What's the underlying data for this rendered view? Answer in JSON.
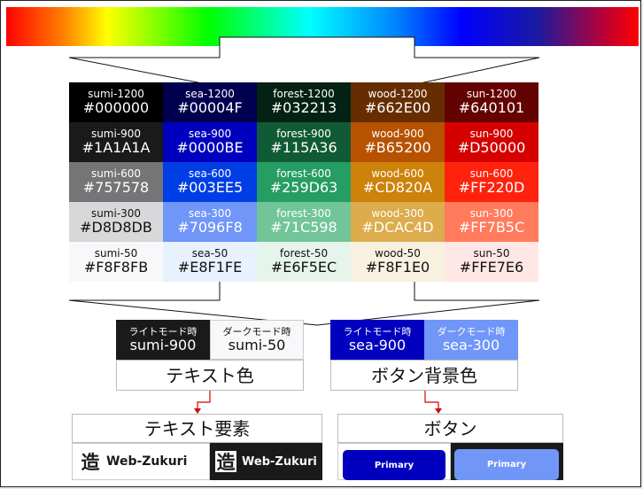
{
  "palette": {
    "rows": [
      [
        {
          "name": "sumi-1200",
          "hex": "#000000",
          "color": "#000000",
          "fg": "#ffffff"
        },
        {
          "name": "sea-1200",
          "hex": "#00004F",
          "color": "#00004F",
          "fg": "#ffffff"
        },
        {
          "name": "forest-1200",
          "hex": "#032213",
          "color": "#032213",
          "fg": "#ffffff"
        },
        {
          "name": "wood-1200",
          "hex": "#662E00",
          "color": "#662E00",
          "fg": "#ffffff"
        },
        {
          "name": "sun-1200",
          "hex": "#640101",
          "color": "#640101",
          "fg": "#ffffff"
        }
      ],
      [
        {
          "name": "sumi-900",
          "hex": "#1A1A1A",
          "color": "#1A1A1A",
          "fg": "#ffffff"
        },
        {
          "name": "sea-900",
          "hex": "#0000BE",
          "color": "#0000BE",
          "fg": "#ffffff"
        },
        {
          "name": "forest-900",
          "hex": "#115A36",
          "color": "#115A36",
          "fg": "#ffffff"
        },
        {
          "name": "wood-900",
          "hex": "#B65200",
          "color": "#B65200",
          "fg": "#ffffff"
        },
        {
          "name": "sun-900",
          "hex": "#D50000",
          "color": "#D50000",
          "fg": "#ffffff"
        }
      ],
      [
        {
          "name": "sumi-600",
          "hex": "#757578",
          "color": "#757578",
          "fg": "#ffffff"
        },
        {
          "name": "sea-600",
          "hex": "#003EE5",
          "color": "#003EE5",
          "fg": "#ffffff"
        },
        {
          "name": "forest-600",
          "hex": "#259D63",
          "color": "#259D63",
          "fg": "#ffffff"
        },
        {
          "name": "wood-600",
          "hex": "#CD820A",
          "color": "#CD820A",
          "fg": "#ffffff"
        },
        {
          "name": "sun-600",
          "hex": "#FF220D",
          "color": "#FF220D",
          "fg": "#ffffff"
        }
      ],
      [
        {
          "name": "sumi-300",
          "hex": "#D8D8DB",
          "color": "#D8D8DB",
          "fg": "#111111"
        },
        {
          "name": "sea-300",
          "hex": "#7096F8",
          "color": "#7096F8",
          "fg": "#ffffff"
        },
        {
          "name": "forest-300",
          "hex": "#71C598",
          "color": "#71C598",
          "fg": "#ffffff"
        },
        {
          "name": "wood-300",
          "hex": "#DCAC4D",
          "color": "#DCAC4D",
          "fg": "#ffffff"
        },
        {
          "name": "sun-300",
          "hex": "#FF7B5C",
          "color": "#FF7B5C",
          "fg": "#ffffff"
        }
      ],
      [
        {
          "name": "sumi-50",
          "hex": "#F8F8FB",
          "color": "#F8F8FB",
          "fg": "#111111"
        },
        {
          "name": "sea-50",
          "hex": "#E8F1FE",
          "color": "#E8F1FE",
          "fg": "#111111"
        },
        {
          "name": "forest-50",
          "hex": "#E6F5EC",
          "color": "#E6F5EC",
          "fg": "#111111"
        },
        {
          "name": "wood-50",
          "hex": "#F8F1E0",
          "color": "#F8F1E0",
          "fg": "#111111"
        },
        {
          "name": "sun-50",
          "hex": "#FFE7E6",
          "color": "#FFE7E6",
          "fg": "#111111"
        }
      ]
    ]
  },
  "text_mapping": {
    "light": {
      "mode": "ライトモード時",
      "token": "sumi-900",
      "bg": "#1A1A1A",
      "fg": "#ffffff"
    },
    "dark": {
      "mode": "ダークモード時",
      "token": "sumi-50",
      "bg": "#F8F8FB",
      "fg": "#111111"
    },
    "caption": "テキスト色"
  },
  "button_mapping": {
    "light": {
      "mode": "ライトモード時",
      "token": "sea-900",
      "bg": "#0000BE",
      "fg": "#ffffff"
    },
    "dark": {
      "mode": "ダークモード時",
      "token": "sea-300",
      "bg": "#7096F8",
      "fg": "#ffffff"
    },
    "caption": "ボタン背景色"
  },
  "text_element": {
    "title": "テキスト要素",
    "logo_char": "造",
    "brand": "Web-Zukuri"
  },
  "button_element": {
    "title": "ボタン",
    "light_label": "Primary",
    "dark_label": "Primary"
  },
  "colors": {
    "arrow_red": "#d40000",
    "dark_bg": "#1A1A1A",
    "panel_border": "#cccccc"
  }
}
